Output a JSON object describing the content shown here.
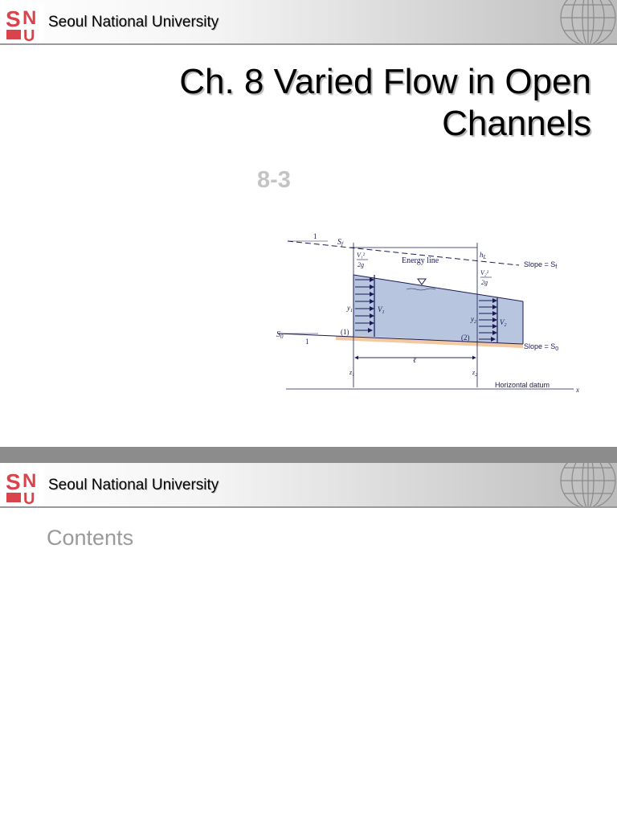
{
  "header": {
    "university": "Seoul National University",
    "logo_text": "SNU"
  },
  "slide1": {
    "title_line1": "Ch. 8 Varied Flow in Open",
    "title_line2": "Channels",
    "subtitle": "8-3",
    "figure": {
      "energy_line": "Energy line",
      "slope_sf": "Slope = S",
      "slope_sf_sub": "f",
      "slope_s0": "Slope = S",
      "slope_s0_sub": "0",
      "horizontal_datum": "Horizontal datum",
      "x_axis": "x",
      "section1": "(1)",
      "section2": "(2)",
      "one_top": "1",
      "one_bottom": "1",
      "sf_label": "S",
      "sf_label_sub": "f",
      "s0_label": "S",
      "s0_label_sub": "0",
      "hl_label": "h",
      "hl_label_sub": "L",
      "v1_head_num": "V₁²",
      "v1_head_den": "2g",
      "v2_head_num": "V₂²",
      "v2_head_den": "2g",
      "y1": "y",
      "y1_sub": "1",
      "y2": "y",
      "y2_sub": "2",
      "v1": "V",
      "v1_sub": "1",
      "v2": "V",
      "v2_sub": "2",
      "length": "ℓ",
      "z1": "z",
      "z1_sub": "1",
      "z2": "z",
      "z2_sub": "2"
    }
  },
  "slide2": {
    "heading": "Contents"
  },
  "colors": {
    "water": "#b7c5de",
    "channel_bed": "#f2c9a2",
    "logo_red": "#d9434c",
    "subtitle_gray": "#c4c4c4"
  }
}
